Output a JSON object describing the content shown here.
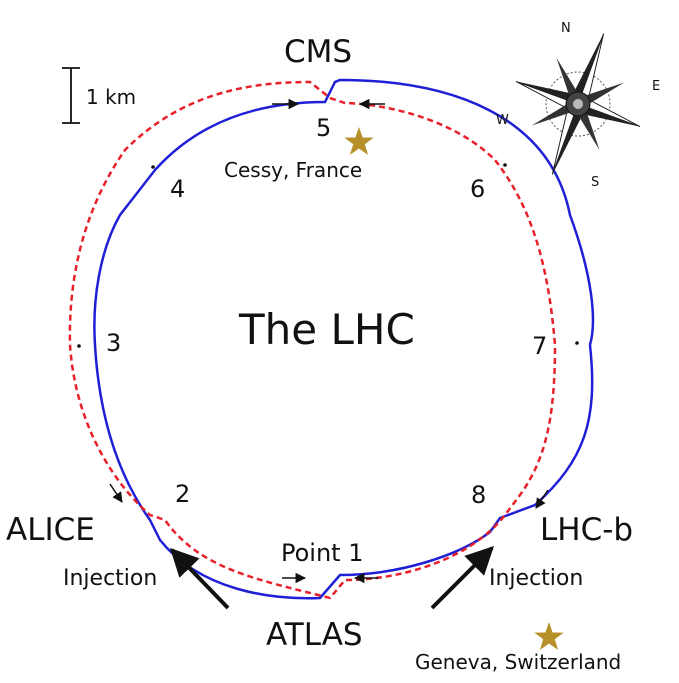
{
  "title": "The LHC",
  "scale": {
    "label": "1 km"
  },
  "experiments": {
    "cms": "CMS",
    "alice": "ALICE",
    "lhcb": "LHC-b",
    "atlas": "ATLAS"
  },
  "points": {
    "p1": "Point 1",
    "p2": "2",
    "p3": "3",
    "p4": "4",
    "p5": "5",
    "p6": "6",
    "p7": "7",
    "p8": "8"
  },
  "injection": {
    "left": "Injection",
    "right": "Injection"
  },
  "locations": {
    "cessy": "Cessy, France",
    "geneva": "Geneva, Switzerland"
  },
  "compass": {
    "n": "N",
    "e": "E",
    "s": "S",
    "w": "W"
  },
  "colors": {
    "beam1": "#1f1fd6",
    "beam2": "#e8202a",
    "star": "#b8902a",
    "ink": "#111111"
  }
}
